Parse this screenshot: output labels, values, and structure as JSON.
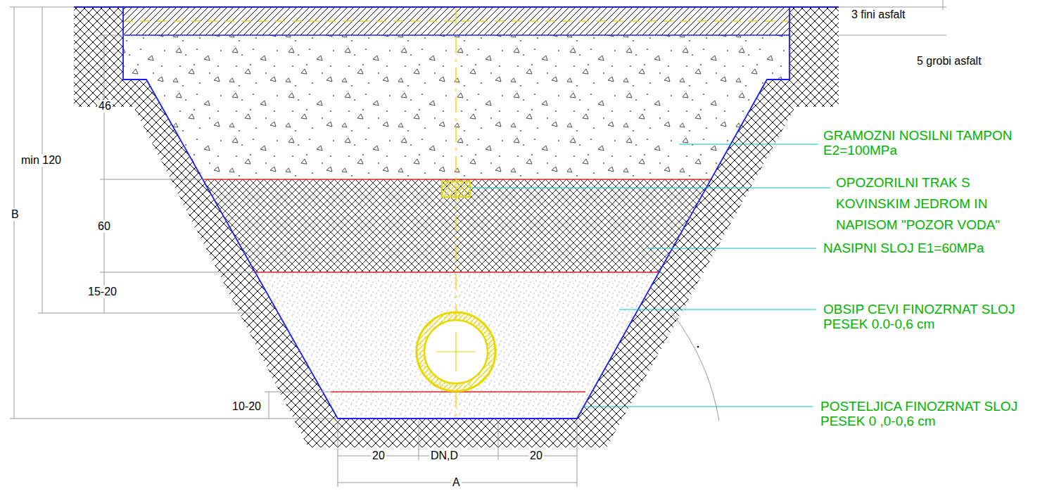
{
  "diagram": {
    "labels": [
      "3 fini asfalt",
      "5 grobi asfalt",
      "46",
      "min 120",
      "B",
      "GRAMOZNI NOSILNI TAMPON E2=100MPa",
      "OPOZORILNI TRAK S KOVINSKIM JEDROM IN NAPISOM \"POZOR VODA\"",
      "60",
      "NASIPNI SLOJ E1=60MPa",
      "15-20",
      "OBSIP CEVI FINOZRNAT SLOJ PESEK 0.0-0,6 cm",
      "10-20",
      "POSTELJICA FINOZRNAT SLOJ PESEK 0 ,0-0,6 cm",
      "20",
      "DN,D",
      "20",
      "A"
    ]
  }
}
